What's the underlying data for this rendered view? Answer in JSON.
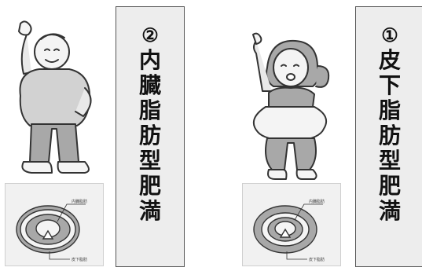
{
  "panels": [
    {
      "number": "②",
      "title": "内臓脂肪型肥満",
      "diagram": {
        "label_top": "内臓脂肪",
        "label_bottom": "皮下脂肪"
      }
    },
    {
      "number": "①",
      "title": "皮下脂肪型肥満",
      "diagram": {
        "label_top": "内臓脂肪",
        "label_bottom": "皮下脂肪"
      }
    }
  ],
  "colors": {
    "fill_gray": "#a8a8a8",
    "light_gray": "#d8d8d8",
    "skin": "#f4f4f4",
    "outline": "#333333"
  },
  "icons": {
    "left_figure": "man-icon",
    "right_figure": "woman-icon",
    "diagram": "body-cross-section-icon"
  }
}
